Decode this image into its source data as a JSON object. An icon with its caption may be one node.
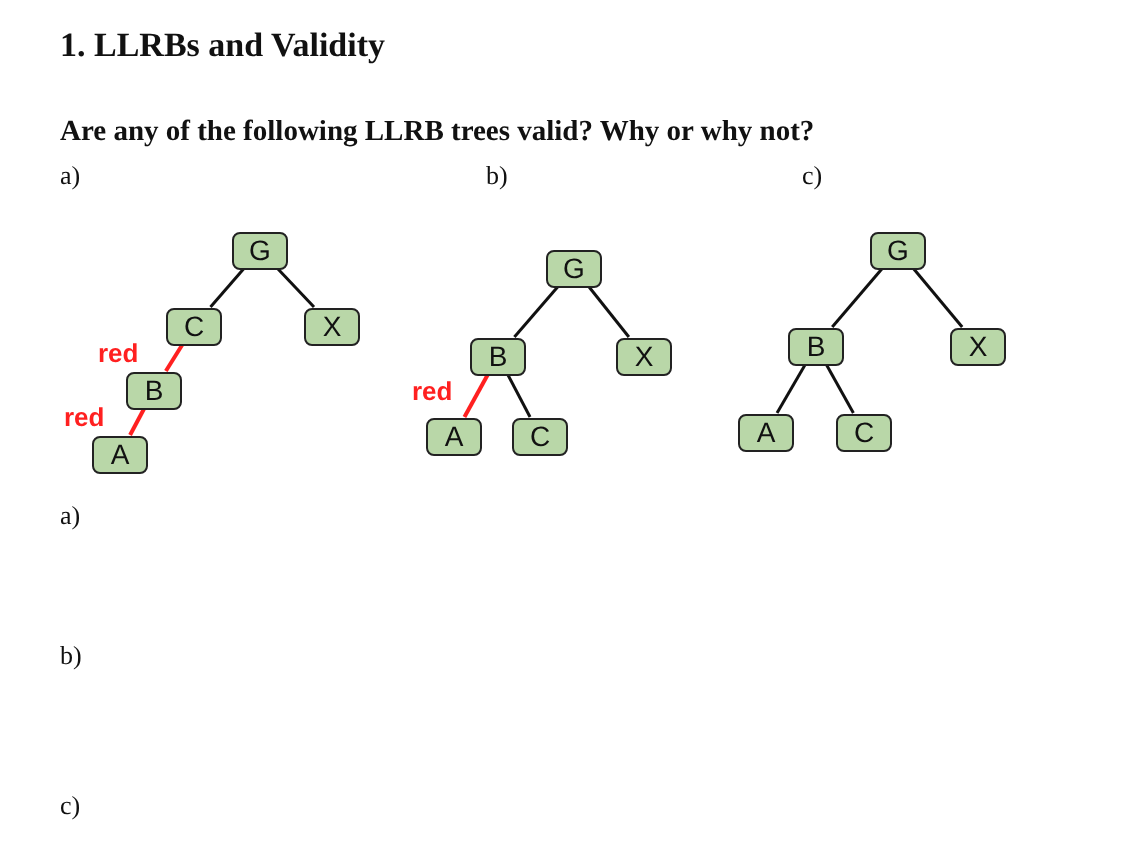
{
  "diagram": {
    "title": "1. LLRBs and Validity",
    "nodes": [
      {
        "text": [
          "G"
        ]
      },
      {
        "text": [
          "C"
        ]
      },
      {
        "text": [
          "X"
        ]
      },
      {
        "text": [
          "B"
        ]
      },
      {
        "text": [
          "A"
        ]
      },
      {
        "text": [
          "G"
        ]
      },
      {
        "text": [
          "B"
        ]
      },
      {
        "text": [
          "X"
        ]
      },
      {
        "text": [
          "A"
        ]
      },
      {
        "text": [
          "C"
        ]
      },
      {
        "text": [
          "G"
        ]
      },
      {
        "text": [
          "B"
        ]
      },
      {
        "text": [
          "X"
        ]
      },
      {
        "text": [
          "A"
        ]
      },
      {
        "text": [
          "C"
        ]
      }
    ],
    "edges": [
      {
        "from": 0,
        "to": 1,
        "arrow": "none"
      },
      {
        "from": 0,
        "to": 2,
        "arrow": "none"
      },
      {
        "from": 1,
        "to": 3,
        "arrow": "none",
        "label": "red",
        "color": "#ff2020"
      },
      {
        "from": 3,
        "to": 4,
        "arrow": "none",
        "label": "red",
        "color": "#ff2020"
      },
      {
        "from": 5,
        "to": 6,
        "arrow": "none"
      },
      {
        "from": 5,
        "to": 7,
        "arrow": "none"
      },
      {
        "from": 6,
        "to": 8,
        "arrow": "none",
        "label": "red",
        "color": "#ff2020"
      },
      {
        "from": 6,
        "to": 9,
        "arrow": "none"
      },
      {
        "from": 10,
        "to": 11,
        "arrow": "none"
      },
      {
        "from": 10,
        "to": 12,
        "arrow": "none"
      },
      {
        "from": 11,
        "to": 13,
        "arrow": "none"
      },
      {
        "from": 11,
        "to": 14,
        "arrow": "none"
      }
    ],
    "labels": [
      "Are any of the following LLRB trees valid? Why or why not?",
      "a)",
      "b)",
      "c)",
      "a)",
      "b)",
      "c)"
    ]
  }
}
